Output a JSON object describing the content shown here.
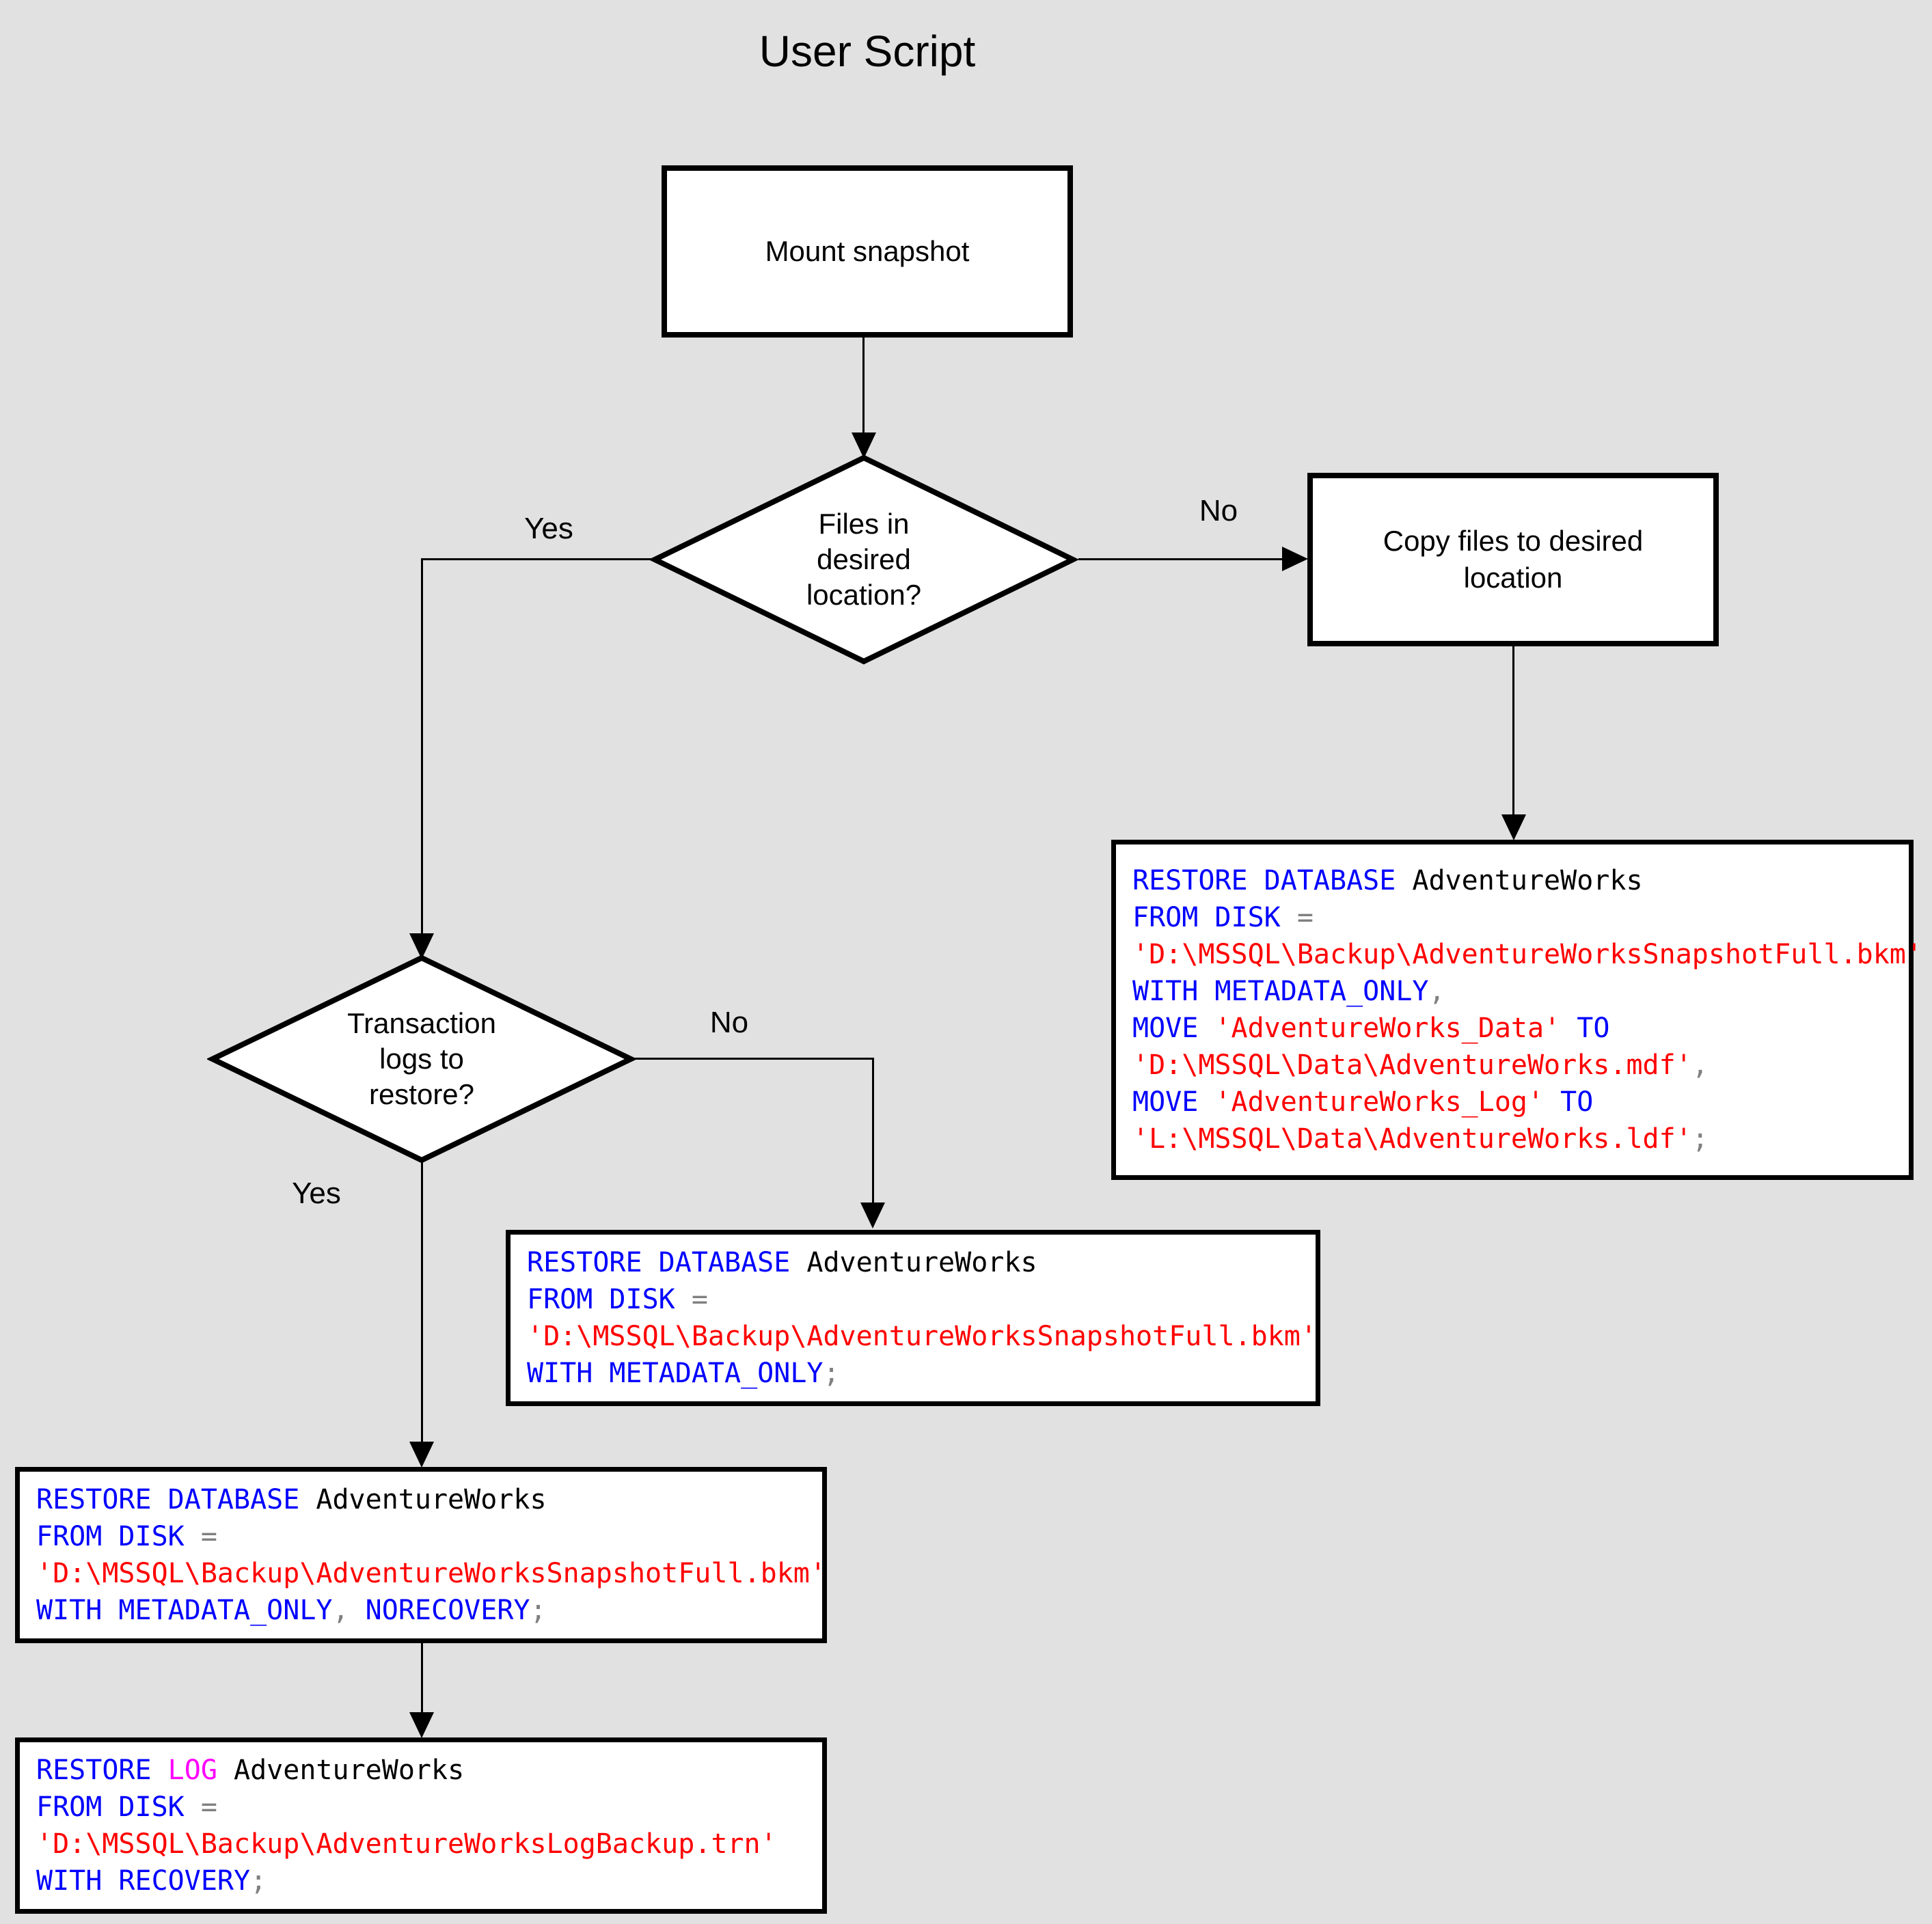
{
  "title": "User Script",
  "colors": {
    "background": "#e1e1e1",
    "node_fill": "#ffffff",
    "border": "#000000",
    "keyword_blue": "#0000ff",
    "string_red": "#ff0000",
    "identifier_black": "#000000",
    "operator_gray": "#808080",
    "log_magenta": "#ff00ff"
  },
  "nodes": {
    "mount_snapshot": {
      "label": "Mount snapshot"
    },
    "files_in_desired_location": {
      "lines": [
        "Files in",
        "desired",
        "location?"
      ]
    },
    "copy_files": {
      "label": "Copy files to desired location"
    },
    "transaction_logs": {
      "lines": [
        "Transaction",
        "logs to",
        "restore?"
      ]
    }
  },
  "edge_labels": {
    "files_yes": "Yes",
    "files_no": "No",
    "logs_yes": "Yes",
    "logs_no": "No"
  },
  "code_boxes": {
    "restore_with_move": {
      "lines": [
        [
          {
            "t": "RESTORE DATABASE",
            "c": "kw"
          },
          {
            "t": " AdventureWorks",
            "c": "id"
          }
        ],
        [
          {
            "t": "FROM DISK",
            "c": "kw"
          },
          {
            "t": " ",
            "c": "id"
          },
          {
            "t": "=",
            "c": "op"
          }
        ],
        [
          {
            "t": "'D:\\MSSQL\\Backup\\AdventureWorksSnapshotFull.bkm'",
            "c": "str"
          }
        ],
        [
          {
            "t": "WITH METADATA_ONLY",
            "c": "kw"
          },
          {
            "t": ",",
            "c": "op"
          }
        ],
        [
          {
            "t": "MOVE",
            "c": "kw"
          },
          {
            "t": " ",
            "c": "id"
          },
          {
            "t": "'AdventureWorks_Data'",
            "c": "str"
          },
          {
            "t": " ",
            "c": "id"
          },
          {
            "t": "TO",
            "c": "kw"
          }
        ],
        [
          {
            "t": "'D:\\MSSQL\\Data\\AdventureWorks.mdf'",
            "c": "str"
          },
          {
            "t": ",",
            "c": "op"
          }
        ],
        [
          {
            "t": "MOVE",
            "c": "kw"
          },
          {
            "t": " ",
            "c": "id"
          },
          {
            "t": "'AdventureWorks_Log'",
            "c": "str"
          },
          {
            "t": " ",
            "c": "id"
          },
          {
            "t": "TO",
            "c": "kw"
          }
        ],
        [
          {
            "t": "'L:\\MSSQL\\Data\\AdventureWorks.ldf'",
            "c": "str"
          },
          {
            "t": ";",
            "c": "op"
          }
        ]
      ]
    },
    "restore_metadata_only": {
      "lines": [
        [
          {
            "t": "RESTORE DATABASE",
            "c": "kw"
          },
          {
            "t": " AdventureWorks",
            "c": "id"
          }
        ],
        [
          {
            "t": "FROM DISK",
            "c": "kw"
          },
          {
            "t": " ",
            "c": "id"
          },
          {
            "t": "=",
            "c": "op"
          }
        ],
        [
          {
            "t": "'D:\\MSSQL\\Backup\\AdventureWorksSnapshotFull.bkm'",
            "c": "str"
          }
        ],
        [
          {
            "t": "WITH METADATA_ONLY",
            "c": "kw"
          },
          {
            "t": ";",
            "c": "op"
          }
        ]
      ]
    },
    "restore_norecovery": {
      "lines": [
        [
          {
            "t": "RESTORE DATABASE",
            "c": "kw"
          },
          {
            "t": " AdventureWorks",
            "c": "id"
          }
        ],
        [
          {
            "t": "FROM DISK",
            "c": "kw"
          },
          {
            "t": " ",
            "c": "id"
          },
          {
            "t": "=",
            "c": "op"
          }
        ],
        [
          {
            "t": "'D:\\MSSQL\\Backup\\AdventureWorksSnapshotFull.bkm'",
            "c": "str"
          }
        ],
        [
          {
            "t": "WITH METADATA_ONLY",
            "c": "kw"
          },
          {
            "t": ", ",
            "c": "op"
          },
          {
            "t": "NORECOVERY",
            "c": "kw"
          },
          {
            "t": ";",
            "c": "op"
          }
        ]
      ]
    },
    "restore_log": {
      "lines": [
        [
          {
            "t": "RESTORE",
            "c": "kw"
          },
          {
            "t": " ",
            "c": "id"
          },
          {
            "t": "LOG",
            "c": "log"
          },
          {
            "t": " AdventureWorks",
            "c": "id"
          }
        ],
        [
          {
            "t": "FROM DISK",
            "c": "kw"
          },
          {
            "t": " ",
            "c": "id"
          },
          {
            "t": "=",
            "c": "op"
          }
        ],
        [
          {
            "t": "'D:\\MSSQL\\Backup\\AdventureWorksLogBackup.trn'",
            "c": "str"
          }
        ],
        [
          {
            "t": "WITH RECOVERY",
            "c": "kw"
          },
          {
            "t": ";",
            "c": "op"
          }
        ]
      ]
    }
  }
}
